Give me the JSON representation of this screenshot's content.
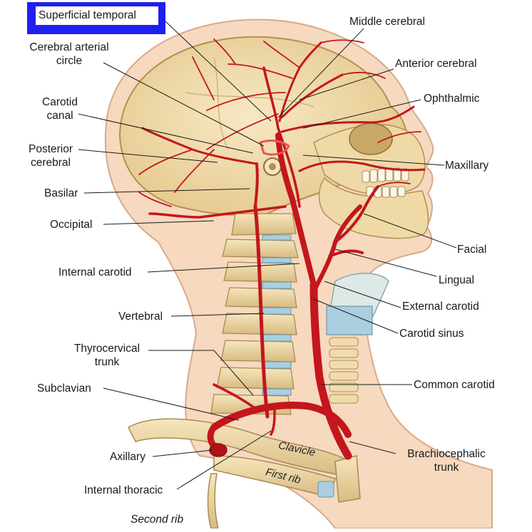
{
  "labels": {
    "superficial_temporal": "Superficial temporal",
    "cerebral_arterial_circle": "Cerebral arterial\ncircle",
    "carotid_canal": "Carotid\ncanal",
    "posterior_cerebral": "Posterior\ncerebral",
    "basilar": "Basilar",
    "occipital": "Occipital",
    "internal_carotid": "Internal carotid",
    "vertebral": "Vertebral",
    "thyrocervical_trunk": "Thyrocervical\ntrunk",
    "subclavian": "Subclavian",
    "axillary": "Axillary",
    "internal_thoracic": "Internal thoracic",
    "second_rib": "Second rib",
    "middle_cerebral": "Middle cerebral",
    "anterior_cerebral": "Anterior cerebral",
    "ophthalmic": "Ophthalmic",
    "maxillary": "Maxillary",
    "facial": "Facial",
    "lingual": "Lingual",
    "external_carotid": "External carotid",
    "carotid_sinus": "Carotid sinus",
    "common_carotid": "Common carotid",
    "brachiocephalic_trunk": "Brachiocephalic\ntrunk",
    "clavicle": "Clavicle",
    "first_rib": "First rib"
  },
  "colors": {
    "highlight_box": "#1f1ff0",
    "skin": "#f6d9bf",
    "skin_outline": "#d9a98a",
    "bone": "#f0dcaa",
    "bone_shadow": "#c9ad72",
    "artery": "#c4161c",
    "artery_light": "#e8555a",
    "cartilage": "#a9cfe0",
    "leader": "#1a1a1a"
  }
}
